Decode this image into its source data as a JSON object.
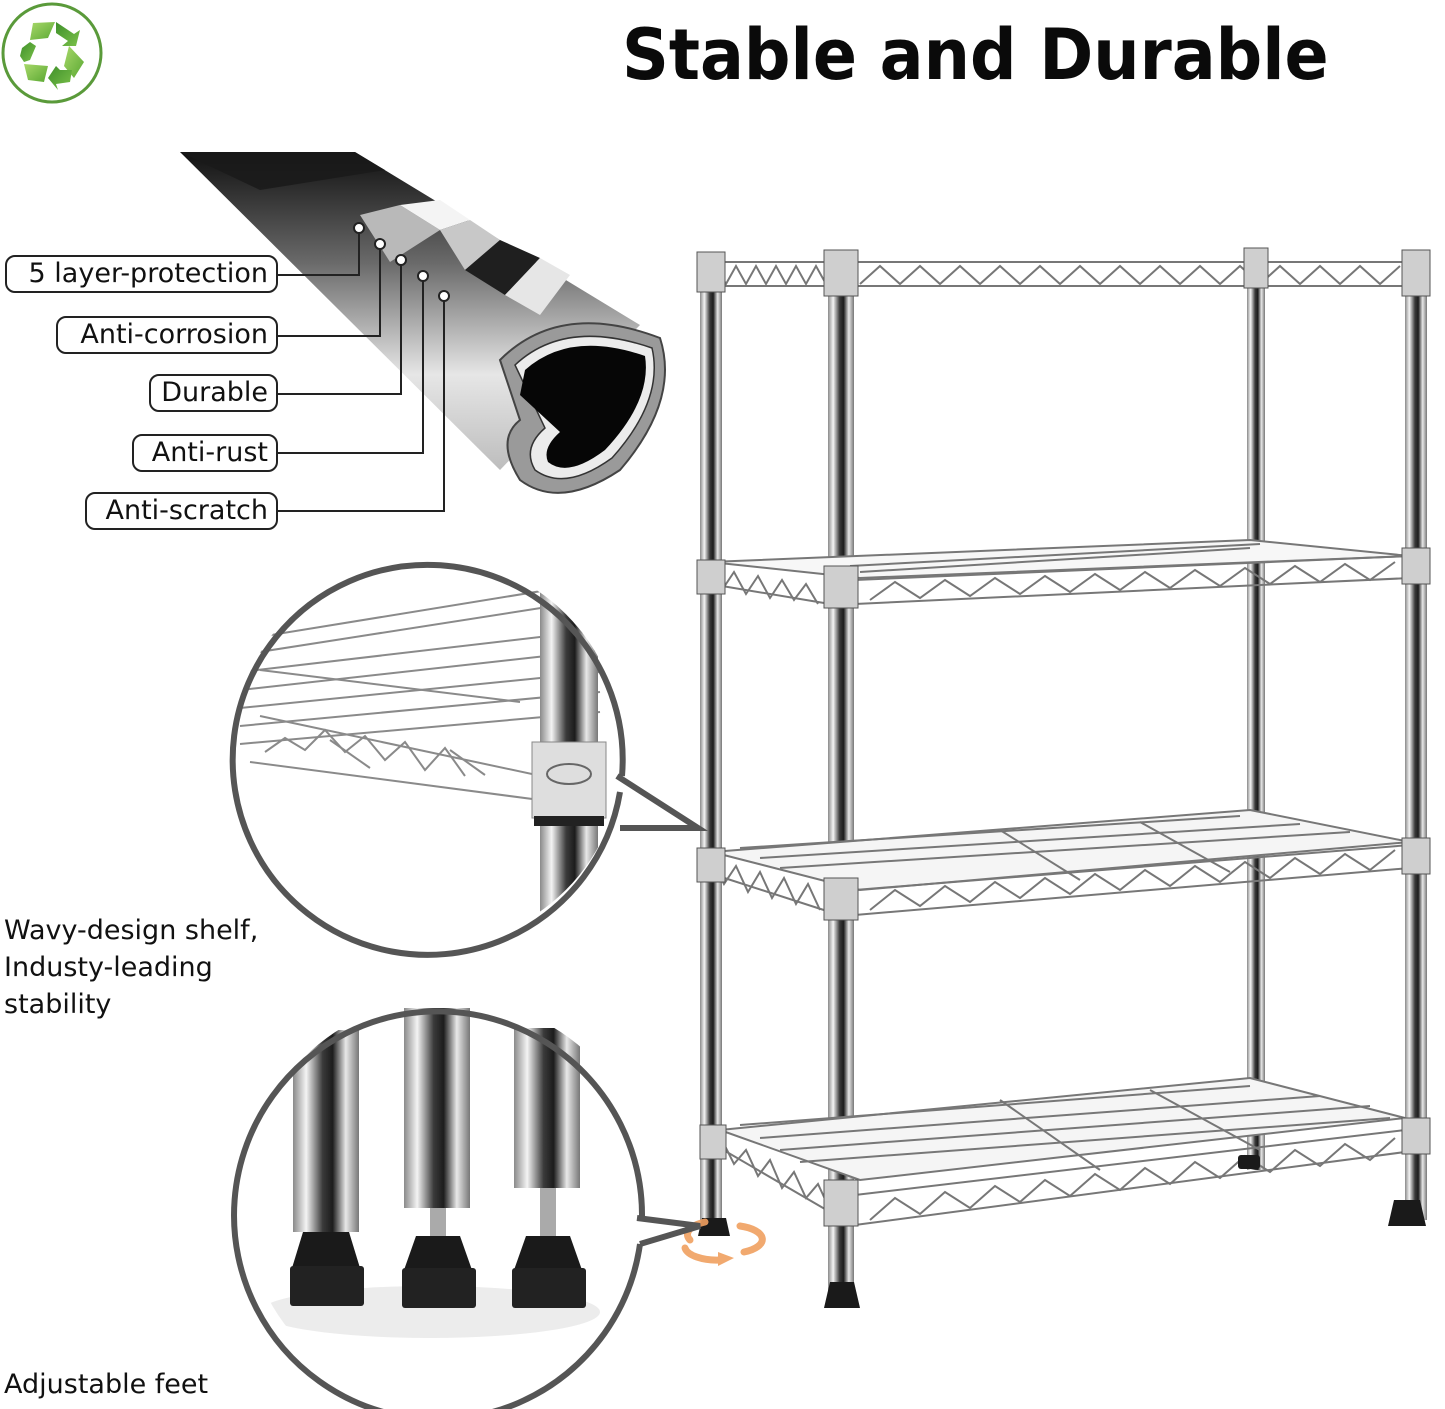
{
  "header": {
    "title": "Stable and Durable",
    "logo_icon": "recycle-icon",
    "logo_color": "#5aa832"
  },
  "tube_callouts": {
    "labels": [
      {
        "text": "5 layer-protection"
      },
      {
        "text": "Anti-corrosion"
      },
      {
        "text": "Durable"
      },
      {
        "text": "Anti-rust"
      },
      {
        "text": "Anti-scratch"
      }
    ]
  },
  "features": {
    "shelf": {
      "line1": "Wavy-design shelf,",
      "line2": "Industy-leading",
      "line3": "stability"
    },
    "feet": {
      "label": "Adjustable feet"
    }
  },
  "colors": {
    "callout_border": "#555555",
    "rotate_arrow": "#f0a060",
    "foot": "#1a1a1a"
  }
}
